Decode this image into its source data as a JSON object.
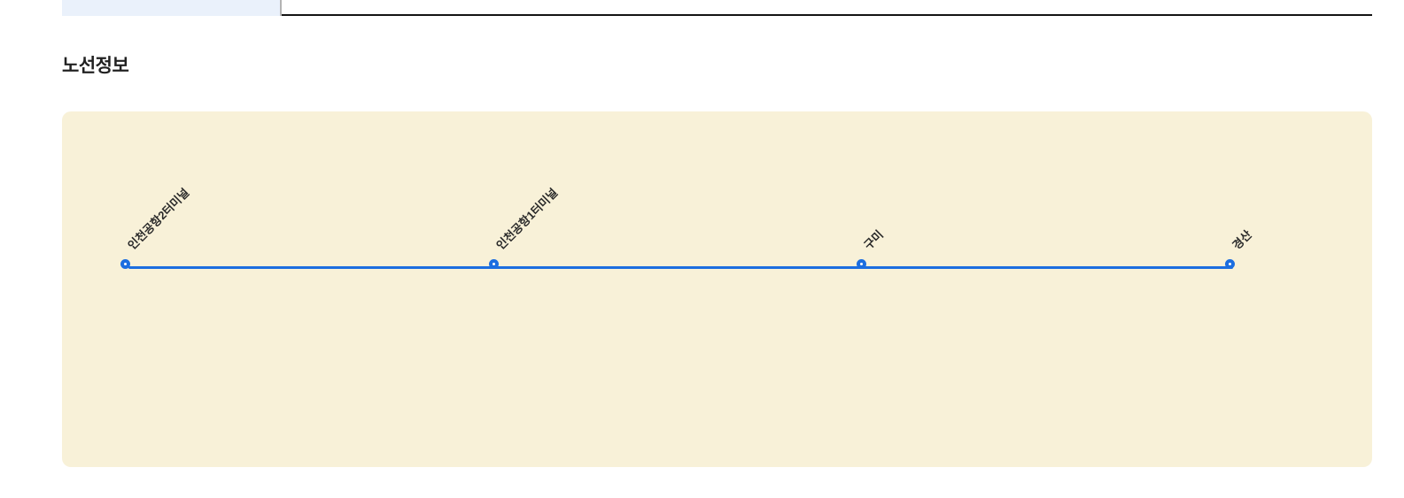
{
  "section": {
    "title": "노선정보"
  },
  "route": {
    "stations": [
      {
        "name": "인천공항2터미널"
      },
      {
        "name": "인천공항1터미널"
      },
      {
        "name": "구미"
      },
      {
        "name": "경산"
      }
    ]
  },
  "colors": {
    "panel_background": "#f8f1d8",
    "route_line": "#1c6ee0",
    "node_fill": "#ffffff",
    "node_stroke": "#1c6ee0",
    "table_cell_background": "#eaf1fb",
    "table_cell_divider": "#b3b3b3",
    "table_bottom_border": "#141414",
    "label_text": "#2a2a2a",
    "title_text": "#222222"
  }
}
